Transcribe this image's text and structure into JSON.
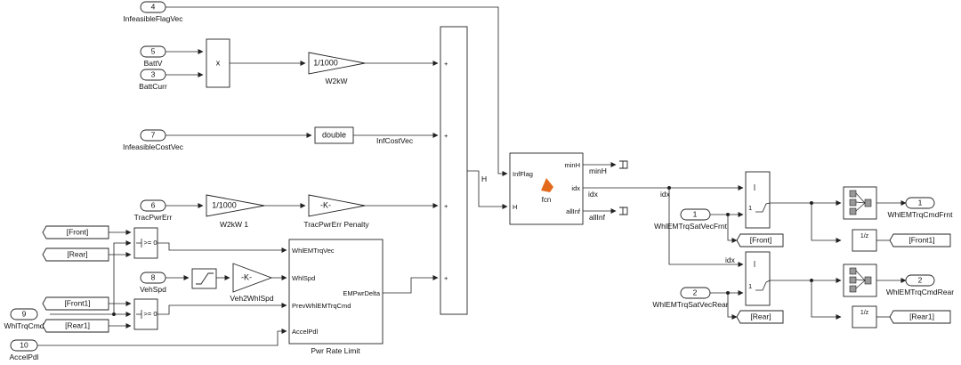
{
  "inports": [
    {
      "num": "4",
      "name": "InfeasibleFlagVec"
    },
    {
      "num": "5",
      "name": "BattV"
    },
    {
      "num": "3",
      "name": "BattCurr"
    },
    {
      "num": "7",
      "name": "InfeasibleCostVec"
    },
    {
      "num": "6",
      "name": "TracPwrErr"
    },
    {
      "num": "8",
      "name": "VehSpd"
    },
    {
      "num": "9",
      "name": "WhlTrqCmd"
    },
    {
      "num": "10",
      "name": "AccelPdl"
    },
    {
      "num": "1",
      "name": "WhlEMTrqSatVecFrnt"
    },
    {
      "num": "2",
      "name": "WhlEMTrqSatVecRear"
    }
  ],
  "outports": [
    {
      "num": "1",
      "name": "WhlEMTrqCmdFrnt"
    },
    {
      "num": "2",
      "name": "WhlEMTrqCmdRear"
    }
  ],
  "blocks": {
    "product": "x",
    "gain_w2kw": {
      "text": "1/1000",
      "name": "W2kW"
    },
    "gain_w2kw1": {
      "text": "1/1000",
      "name": "W2kW 1"
    },
    "gain_penalty": {
      "text": "-K-",
      "name": "TracPwrErr Penalty"
    },
    "gain_veh2whl": {
      "text": "-K-",
      "name": "Veh2WhlSpd"
    },
    "convert": "double",
    "switch_a": ">= 0",
    "switch_b": ">= 0",
    "subsystem": {
      "name": "Pwr Rate Limit",
      "inputs": [
        "WhlEMTrqVec",
        "WhlSpd",
        "PrevWhlEMTrqCmd",
        "AccelPdl"
      ],
      "output": "EMPwrDelta"
    },
    "concat_signs": [
      "+",
      "+",
      "+",
      "+"
    ],
    "fcn": {
      "inputs": [
        "InfFlag",
        "H"
      ],
      "outputs": [
        "minH",
        "idx",
        "allInf"
      ],
      "label": "fcn"
    },
    "selector_port": "1",
    "integrator": "1/z"
  },
  "signals": {
    "infcost": "InfCostVec",
    "h": "H",
    "minh": "minH",
    "idx": "idx",
    "idx_branch": "idx",
    "idx_selector2": "idx",
    "allinf": "allInf"
  },
  "gotos": [
    "[Front]",
    "[Front1]",
    "[Rear]",
    "[Rear1]"
  ],
  "froms": [
    "[Front]",
    "[Rear]",
    "[Front1]",
    "[Rear1]"
  ]
}
